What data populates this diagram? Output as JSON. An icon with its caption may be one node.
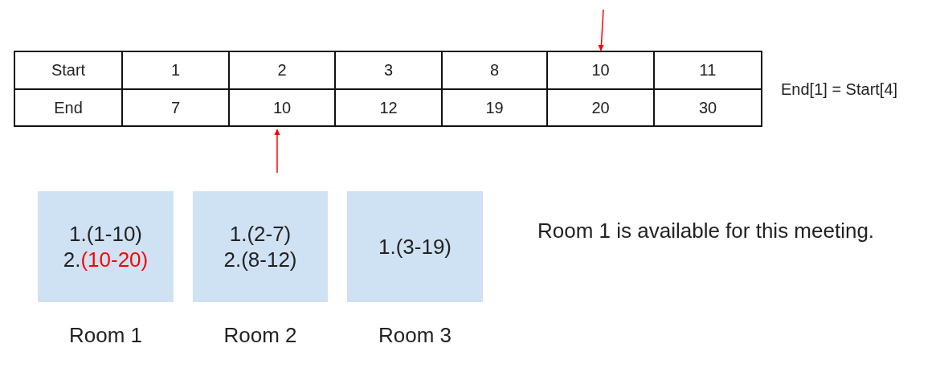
{
  "diagram": {
    "nodes": [
      {
        "text": [
          "1.(1-10)",
          "2.(10-20)"
        ],
        "beside": [
          "Room 1"
        ]
      },
      {
        "text": [
          "1.(2-7)",
          "2.(8-12)"
        ],
        "beside": [
          "Room 2"
        ]
      },
      {
        "text": [
          "1.(3-19)"
        ],
        "beside": [
          "Room 3"
        ]
      }
    ],
    "labels": [
      "Start",
      "1",
      "2",
      "3",
      "8",
      "10",
      "11",
      "End",
      "7",
      "10",
      "12",
      "19",
      "20",
      "30",
      "End[1] = Start[4]",
      "Room 1 is available for this meeting."
    ]
  }
}
